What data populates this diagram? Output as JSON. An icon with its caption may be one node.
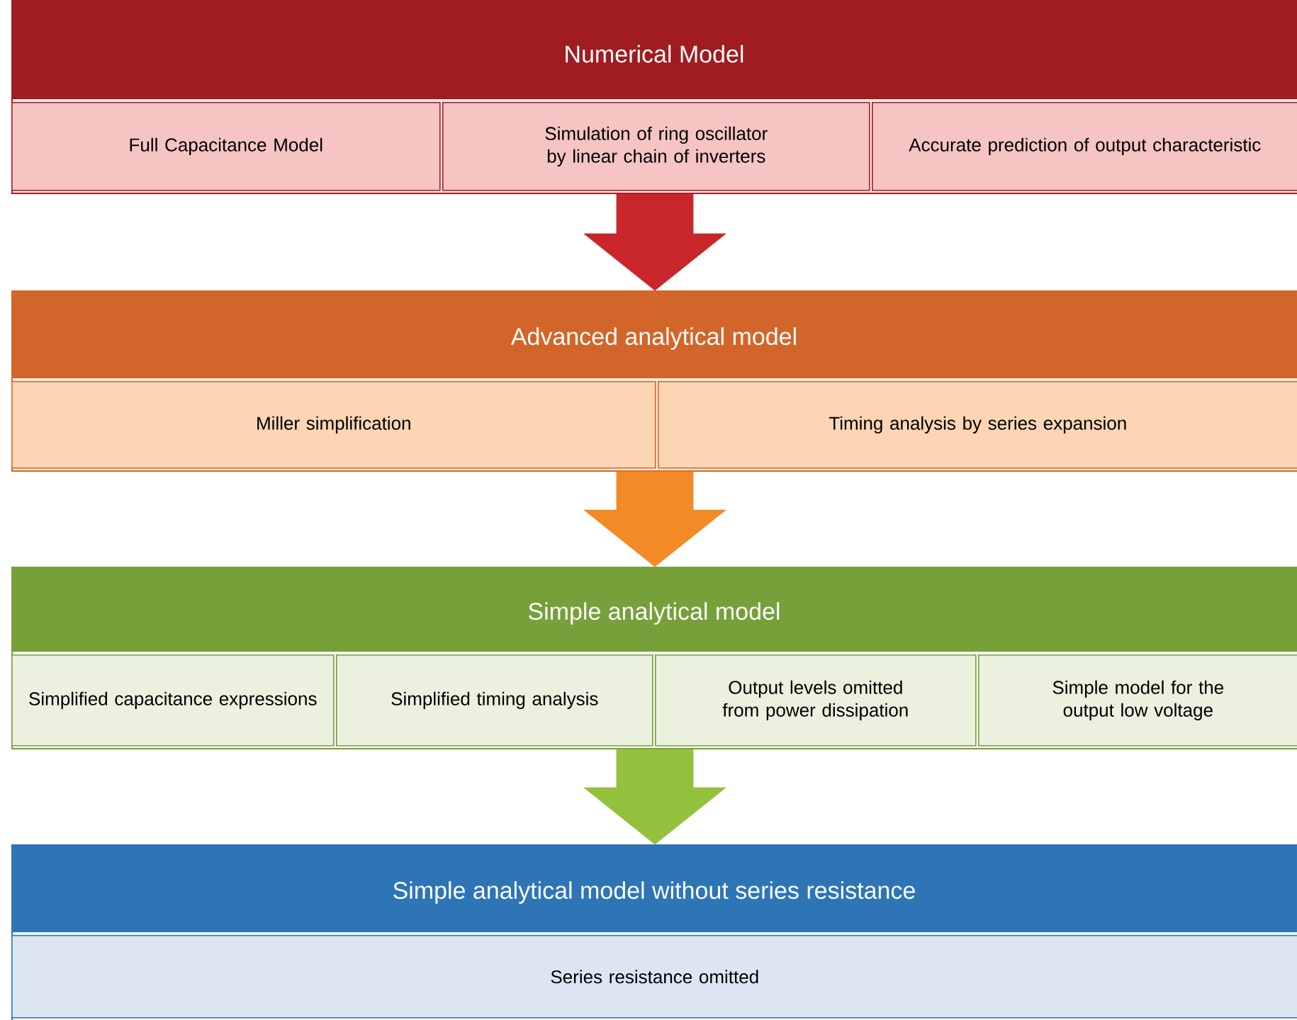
{
  "diagram": {
    "nodes": [
      {
        "text": [
          "Numerical Model"
        ]
      },
      {
        "text": [
          "Full Capacitance Model"
        ],
        "in": 0
      },
      {
        "text": [
          "Simulation of ring oscillator by linear chain of inverters"
        ],
        "in": 0
      },
      {
        "text": [
          "Accurate prediction of output characteristic"
        ],
        "in": 0
      },
      {
        "text": [
          "Advanced analytical model"
        ]
      },
      {
        "text": [
          "Miller simplification"
        ],
        "in": 4
      },
      {
        "text": [
          "Timing analysis by series expansion"
        ],
        "in": 4
      },
      {
        "text": [
          "Simple analytical model"
        ]
      },
      {
        "text": [
          "Simplified capacitance expressions"
        ],
        "in": 7
      },
      {
        "text": [
          "Simplified timing analysis"
        ],
        "in": 7
      },
      {
        "text": [
          "Output levels omitted from power dissipation"
        ],
        "in": 7
      },
      {
        "text": [
          "Simple model for the output low voltage"
        ],
        "in": 7
      },
      {
        "text": [
          "Simple analytical model without series resistance"
        ]
      },
      {
        "text": [
          "Series resistance omitted"
        ],
        "in": 12
      }
    ],
    "edges": [
      {
        "from": 0,
        "to": 4,
        "arrow": "to",
        "color": "#c8262a"
      },
      {
        "from": 4,
        "to": 7,
        "arrow": "to",
        "color": "#f28a26"
      },
      {
        "from": 7,
        "to": 12,
        "arrow": "to",
        "color": "#93c13e"
      }
    ]
  }
}
